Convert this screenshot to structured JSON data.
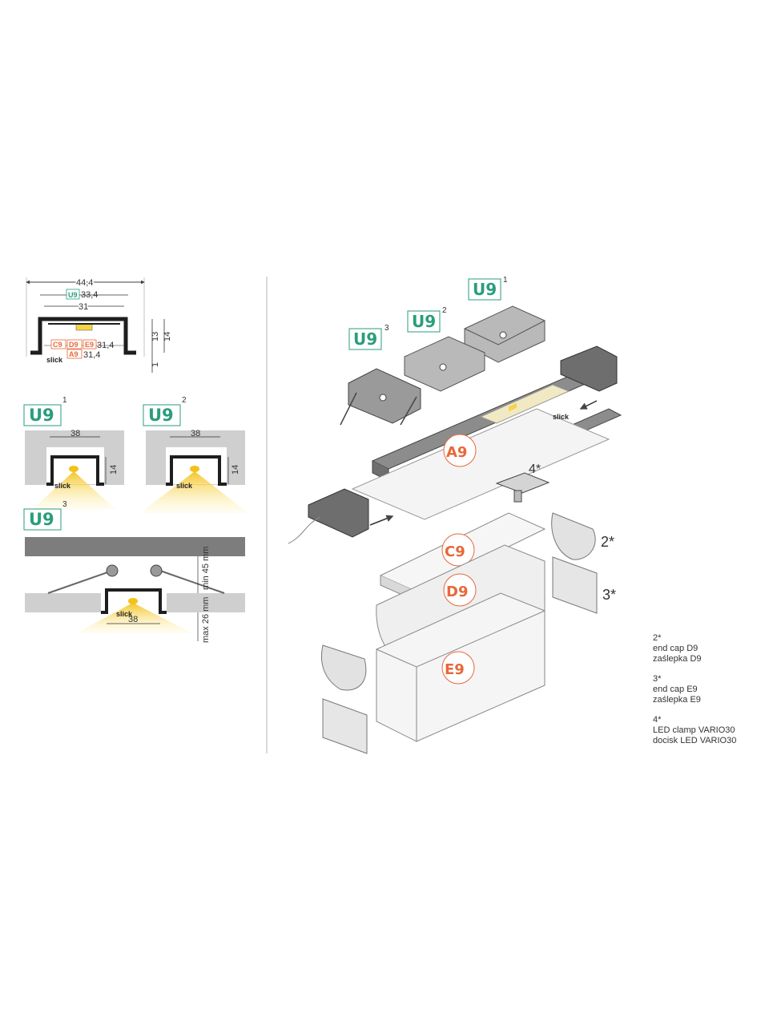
{
  "colors": {
    "teal": "#2a9d7c",
    "orange": "#e8683a",
    "profile_dark": "#3a3a3a",
    "profile_gray": "#8c8c8c",
    "wall_gray": "#cfcfcf",
    "light_yellow": "#f6d44a",
    "diffuser": "#f4f4f4"
  },
  "cross_section": {
    "width_total": "44,4",
    "width_u9_tag": "U9",
    "width_u9": "33,4",
    "width_inner": "31",
    "height_a": "13",
    "height_b": "14",
    "height_c": "1",
    "cover_tag_c9": "C9",
    "cover_tag_d9": "D9",
    "cover_tag_e9": "E9",
    "cover_val_1": "31,4",
    "cover_tag_a9": "A9",
    "cover_val_2": "31,4",
    "slick": "slick"
  },
  "mounting": {
    "v1_tag": "U9",
    "v1_sup": "1",
    "v1_w": "38",
    "v1_h": "14",
    "v1_slick": "slick",
    "v2_tag": "U9",
    "v2_sup": "2",
    "v2_w": "38",
    "v2_h": "14",
    "v2_slick": "slick",
    "v3_tag": "U9",
    "v3_sup": "3",
    "v3_w": "38",
    "v3_slick": "slick",
    "v3_min": "min 45 mm",
    "v3_max": "max 26 mm"
  },
  "exploded": {
    "u9_1": "U9",
    "u9_1_sup": "1",
    "u9_2": "U9",
    "u9_2_sup": "2",
    "u9_3": "U9",
    "u9_3_sup": "3",
    "a9": "A9",
    "c9": "C9",
    "d9": "D9",
    "e9": "E9",
    "mark_2": "2*",
    "mark_3": "3*",
    "mark_4": "4*",
    "slick": "slick"
  },
  "legend": [
    {
      "mark": "2*",
      "line1": "end cap D9",
      "line2": "zaślepka D9"
    },
    {
      "mark": "3*",
      "line1": "end cap E9",
      "line2": "zaślepka E9"
    },
    {
      "mark": "4*",
      "line1": "LED clamp VARIO30",
      "line2": "docisk LED VARIO30"
    }
  ]
}
